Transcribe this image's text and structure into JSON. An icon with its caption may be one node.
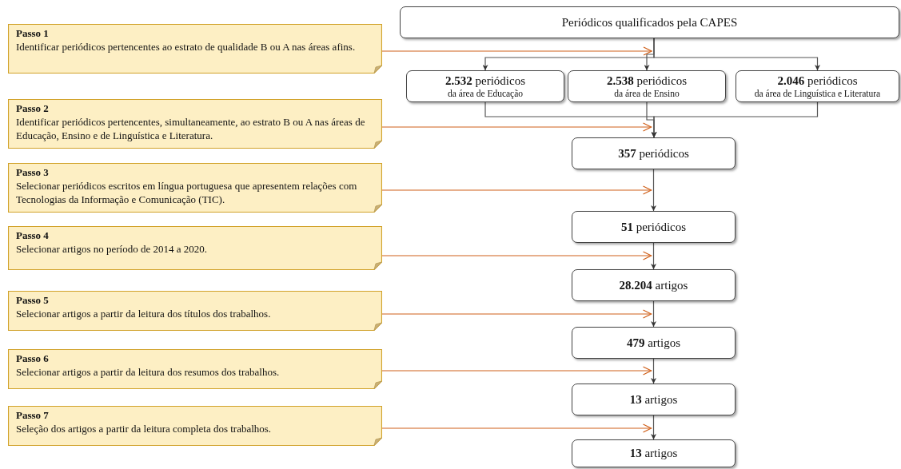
{
  "diagram": {
    "nodes": [
      {
        "text": [
          "Periódicos qualificados pela CAPES"
        ]
      },
      {
        "text": [
          "**2.532** periódicos",
          "da área de Educação"
        ]
      },
      {
        "text": [
          "**2.538** periódicos",
          "da área de Ensino"
        ]
      },
      {
        "text": [
          "**2.046** periódicos",
          "da área de Linguística e Literatura"
        ]
      },
      {
        "text": [
          "**357** periódicos"
        ]
      },
      {
        "text": [
          "**51** periódicos"
        ]
      },
      {
        "text": [
          "**28.204** artigos"
        ]
      },
      {
        "text": [
          "**479** artigos"
        ]
      },
      {
        "text": [
          "**13** artigos"
        ]
      },
      {
        "text": [
          "**13** artigos"
        ]
      },
      {
        "text": [
          "Passo 1",
          "Identificar periódicos pertencentes ao estrato de qualidade B ou A nas áreas afins."
        ]
      },
      {
        "text": [
          "Passo 2",
          "Identificar periódicos pertencentes, simultaneamente, ao estrato B ou A nas áreas de Educação, Ensino e de Linguística e Literatura."
        ]
      },
      {
        "text": [
          "Passo 3",
          "Selecionar periódicos escritos em língua portuguesa que apresentem relações com Tecnologias da Informação e Comunicação (TIC)."
        ]
      },
      {
        "text": [
          "Passo 4",
          "Selecionar artigos no período de 2014 a 2020."
        ]
      },
      {
        "text": [
          "Passo 5",
          "Selecionar artigos a partir da leitura dos títulos dos trabalhos."
        ]
      },
      {
        "text": [
          "Passo 6",
          "Selecionar artigos a partir da leitura dos resumos dos trabalhos."
        ]
      },
      {
        "text": [
          "Passo 7",
          "Seleção dos artigos a partir da leitura completa dos trabalhos."
        ]
      }
    ],
    "edges": [
      {
        "from": 0,
        "to": 1,
        "arrow": "to"
      },
      {
        "from": 0,
        "to": 2,
        "arrow": "to"
      },
      {
        "from": 0,
        "to": 3,
        "arrow": "to"
      },
      {
        "from": 1,
        "to": 4,
        "arrow": "to"
      },
      {
        "from": 2,
        "to": 4,
        "arrow": "to"
      },
      {
        "from": 3,
        "to": 4,
        "arrow": "to"
      },
      {
        "from": 4,
        "to": 5,
        "arrow": "to"
      },
      {
        "from": 5,
        "to": 6,
        "arrow": "to"
      },
      {
        "from": 6,
        "to": 7,
        "arrow": "to"
      },
      {
        "from": 7,
        "to": 8,
        "arrow": "to"
      },
      {
        "from": 8,
        "to": 9,
        "arrow": "to"
      },
      {
        "from": 10,
        "to": 0,
        "arrow": "to",
        "color": "#d0601a"
      },
      {
        "from": 11,
        "to": 4,
        "arrow": "to",
        "color": "#d0601a"
      },
      {
        "from": 12,
        "to": 4,
        "arrow": "to",
        "color": "#d0601a"
      },
      {
        "from": 13,
        "to": 5,
        "arrow": "to",
        "color": "#d0601a"
      },
      {
        "from": 14,
        "to": 6,
        "arrow": "to",
        "color": "#d0601a"
      },
      {
        "from": 15,
        "to": 7,
        "arrow": "to",
        "color": "#d0601a"
      },
      {
        "from": 16,
        "to": 9,
        "arrow": "to",
        "color": "#d0601a"
      }
    ]
  }
}
